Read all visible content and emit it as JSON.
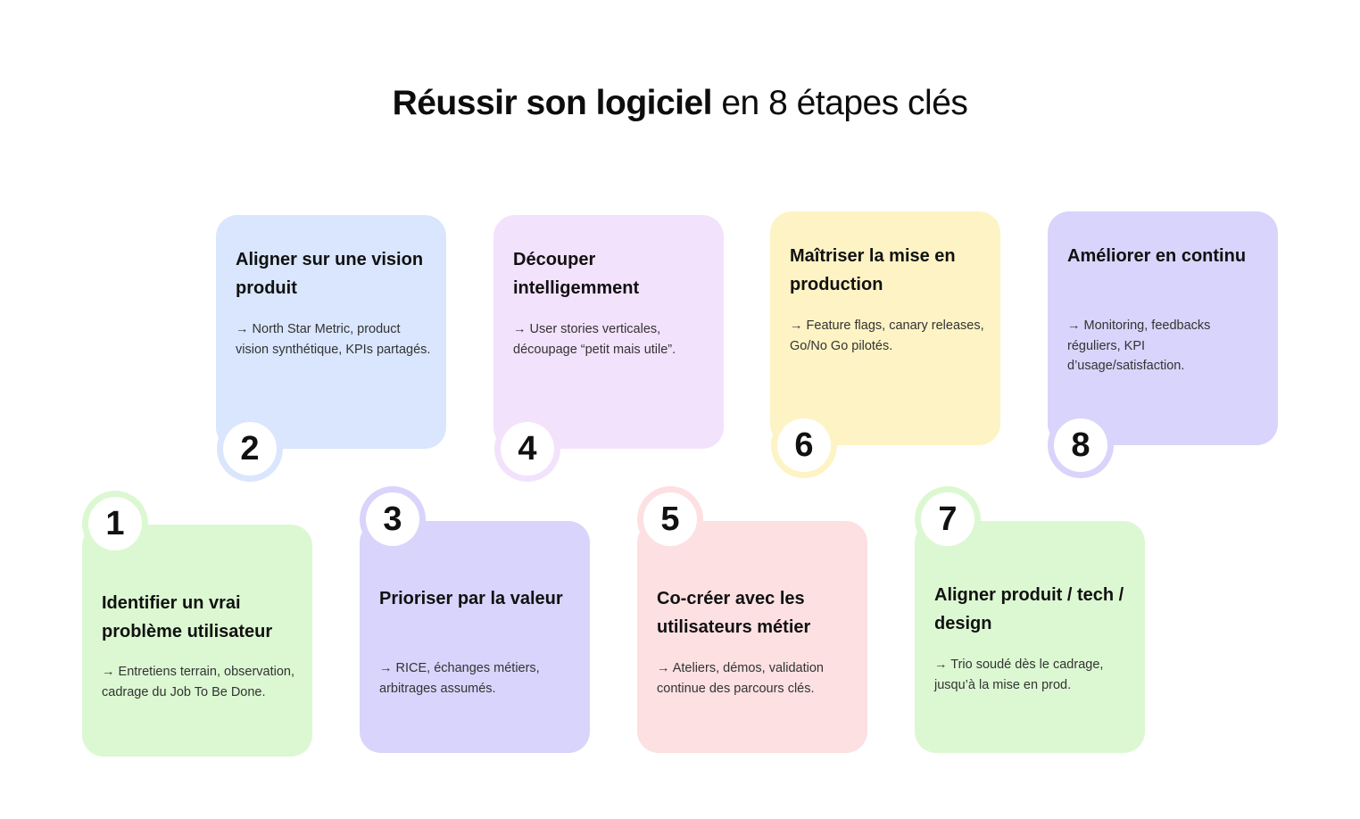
{
  "title": {
    "strong": "Réussir son logiciel",
    "light": " en 8 étapes clés"
  },
  "colors": {
    "green": "#dcf8d2",
    "blue": "#d9e6fd",
    "lavender": "#d9d4fb",
    "pink_purple": "#f3e2fc",
    "rose": "#fde0e2",
    "yellow": "#fef3c4"
  },
  "steps": [
    {
      "number": "1",
      "title": "Identifier un vrai problème utilisateur",
      "desc": "→ Entretiens terrain, observation, cadrage du Job To Be Done.",
      "color": "#dcf8d2"
    },
    {
      "number": "2",
      "title": "Aligner sur une vision produit",
      "desc": "→ North Star Metric, product vision synthétique, KPIs partagés.",
      "color": "#d9e6fd"
    },
    {
      "number": "3",
      "title": "Prioriser par la valeur",
      "desc": "→ RICE, échanges métiers, arbitrages assumés.",
      "color": "#d9d4fb"
    },
    {
      "number": "4",
      "title": "Découper intelligemment",
      "desc": "→ User stories verticales, découpage “petit mais utile”.",
      "color": "#f3e2fc"
    },
    {
      "number": "5",
      "title": "Co-créer avec les utilisateurs métier",
      "desc": "→ Ateliers, démos, validation continue des parcours clés.",
      "color": "#fde0e2"
    },
    {
      "number": "6",
      "title": "Maîtriser la mise en production",
      "desc": "→ Feature flags, canary releases, Go/No Go pilotés.",
      "color": "#fef3c4"
    },
    {
      "number": "7",
      "title": "Aligner produit / tech / design",
      "desc": "→ Trio soudé dès le cadrage, jusqu’à la mise en prod.",
      "color": "#dcf8d2"
    },
    {
      "number": "8",
      "title": "Améliorer en continu",
      "desc": "→ Monitoring, feedbacks réguliers, KPI d’usage/satisfaction.",
      "color": "#d9d4fb"
    }
  ]
}
